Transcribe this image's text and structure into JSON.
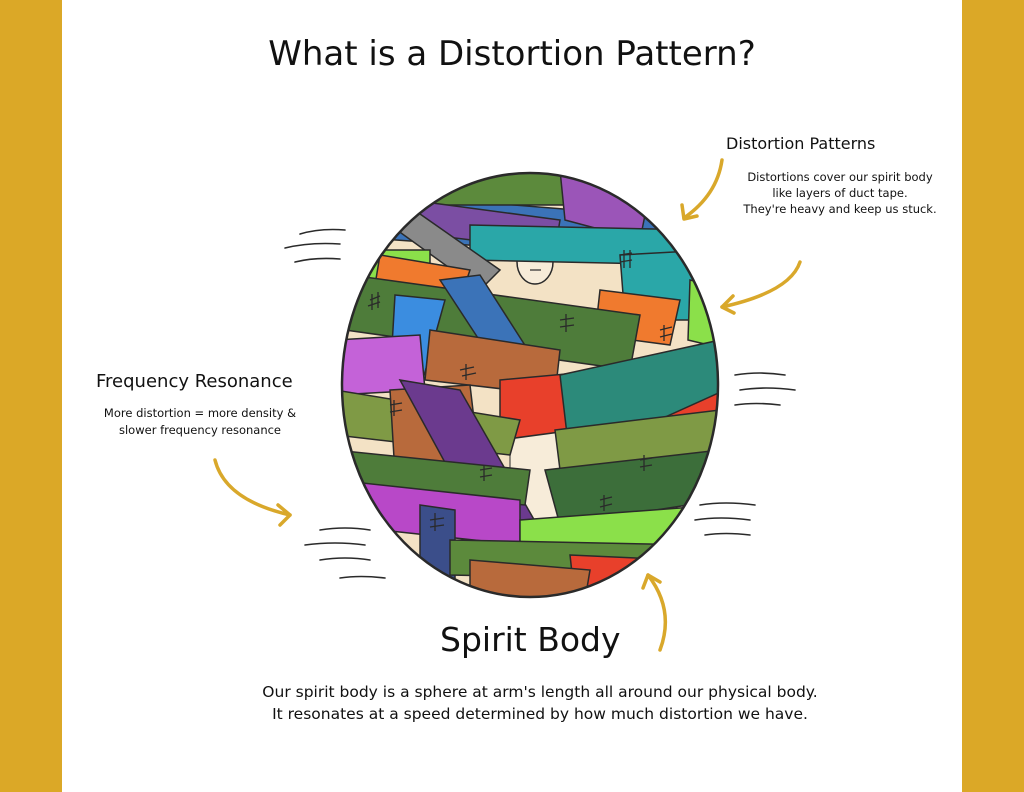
{
  "colors": {
    "frame": "#dba827",
    "arrow": "#d9a82b",
    "ink": "#2a2a2a"
  },
  "title": "What is a Distortion Pattern?",
  "distortion_patterns": {
    "heading": "Distortion Patterns",
    "lines": [
      "Distortions cover our spirit body",
      "like layers of duct tape.",
      "They're heavy and keep us stuck."
    ]
  },
  "frequency_resonance": {
    "heading": "Frequency Resonance",
    "lines": [
      "More distortion = more density &",
      "slower frequency resonance"
    ]
  },
  "spirit_body": {
    "heading": "Spirit Body",
    "lines": [
      "Our spirit body is a sphere at arm's length all around our physical body.",
      "It resonates at a speed determined by how much distortion we have."
    ]
  },
  "icons": [
    "curved-arrow-icon",
    "motion-lines-icon",
    "person-figure-icon"
  ]
}
